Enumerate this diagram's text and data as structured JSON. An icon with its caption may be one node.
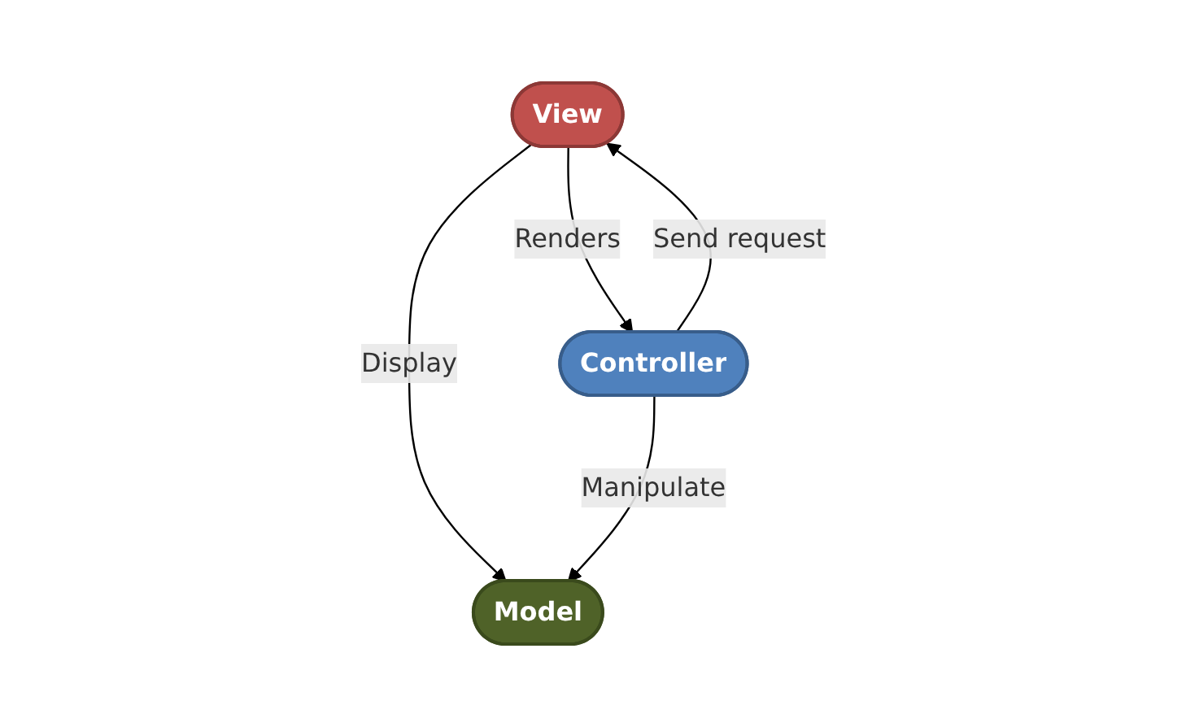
{
  "diagram": {
    "nodes": [
      {
        "text": [
          "View"
        ]
      },
      {
        "text": [
          "Controller"
        ]
      },
      {
        "text": [
          "Model"
        ]
      }
    ],
    "edges": [
      {
        "from": 1,
        "to": 0,
        "arrow": "to",
        "label": "Send request"
      },
      {
        "from": 0,
        "to": 1,
        "arrow": "to",
        "label": "Renders"
      },
      {
        "from": 0,
        "to": 2,
        "arrow": "to",
        "label": "Display"
      },
      {
        "from": 1,
        "to": 2,
        "arrow": "to",
        "label": "Manipulate"
      }
    ]
  }
}
